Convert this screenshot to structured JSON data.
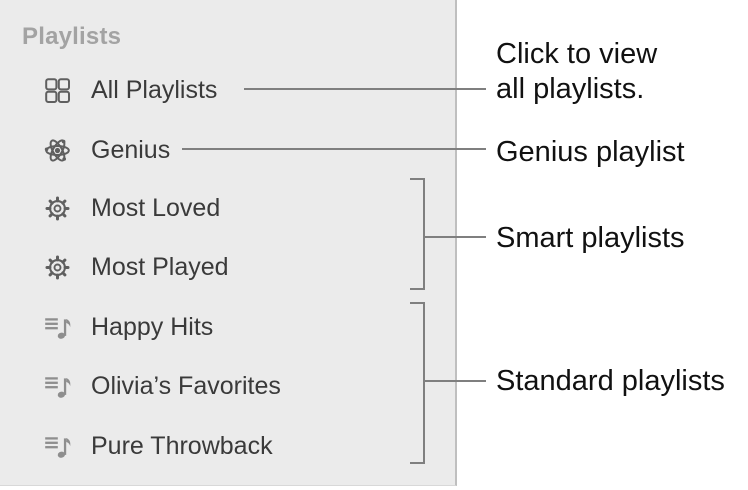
{
  "sidebar": {
    "header": "Playlists",
    "items": [
      {
        "label": "All Playlists",
        "icon": "grid-icon"
      },
      {
        "label": "Genius",
        "icon": "atom-icon"
      },
      {
        "label": "Most Loved",
        "icon": "gear-icon"
      },
      {
        "label": "Most Played",
        "icon": "gear-icon"
      },
      {
        "label": "Happy Hits",
        "icon": "music-note-list-icon"
      },
      {
        "label": "Olivia’s Favorites",
        "icon": "music-note-list-icon"
      },
      {
        "label": "Pure Throwback",
        "icon": "music-note-list-icon"
      }
    ]
  },
  "annotations": {
    "all_playlists": {
      "line1": "Click to view",
      "line2": "all playlists."
    },
    "genius": {
      "label": "Genius playlist"
    },
    "smart": {
      "label": "Smart playlists"
    },
    "standard": {
      "label": "Standard playlists"
    }
  },
  "colors": {
    "sidebar_bg": "#ebebeb",
    "sidebar_border": "#bfbfbf",
    "header_text": "#a3a3a3",
    "item_text": "#3a3a3a",
    "icon_gray": "#5f5f5f",
    "playlist_icon_gray": "#8e8e8e",
    "callout_line": "#7f7f7f",
    "annotation_text": "#111111"
  }
}
